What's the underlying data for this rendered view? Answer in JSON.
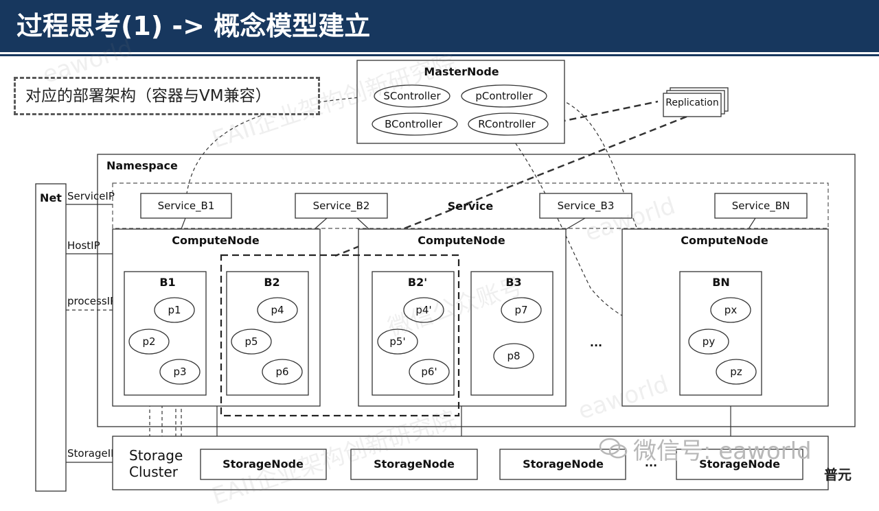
{
  "title": "过程思考(1) -> 概念模型建立",
  "subtitle": "对应的部署架构（容器与VM兼容）",
  "master_node": {
    "label": "MasterNode",
    "controllers": [
      "SController",
      "pController",
      "BController",
      "RController"
    ]
  },
  "replication": "Replication",
  "namespace": "Namespace",
  "net": "Net",
  "net_labels": [
    "ServiceIP",
    "HostIP",
    "processIP",
    "StorageIP"
  ],
  "service_label": "Service",
  "services": [
    "Service_B1",
    "Service_B2",
    "Service_B3",
    "Service_BN"
  ],
  "compute_node_label": "ComputeNode",
  "compute_nodes": [
    {
      "label": "ComputeNode",
      "boxes": [
        {
          "name": "B1",
          "processes": [
            "p1",
            "p2",
            "p3"
          ]
        },
        {
          "name": "B2",
          "processes": [
            "p4",
            "p5",
            "p6"
          ]
        }
      ]
    },
    {
      "label": "ComputeNode",
      "boxes": [
        {
          "name": "B2'",
          "processes": [
            "p4'",
            "p5'",
            "p6'"
          ]
        },
        {
          "name": "B3",
          "processes": [
            "p7",
            "p8"
          ]
        }
      ]
    },
    {
      "label": "ComputeNode",
      "boxes": [
        {
          "name": "BN",
          "processes": [
            "px",
            "py",
            "pz"
          ]
        }
      ]
    }
  ],
  "ellipsis": "...",
  "storage_cluster": "Storage Cluster",
  "storage_nodes": [
    "StorageNode",
    "StorageNode",
    "StorageNode",
    "StorageNode"
  ],
  "watermarks": {
    "wechat": "微信号: eaworld",
    "texts": [
      "EAII企业架构创新研究院",
      "微信公众账号",
      "eaworld"
    ]
  },
  "corner_text": "普元",
  "colors": {
    "header": "#17375e",
    "line": "#333333",
    "dashed_box": "#595959"
  }
}
